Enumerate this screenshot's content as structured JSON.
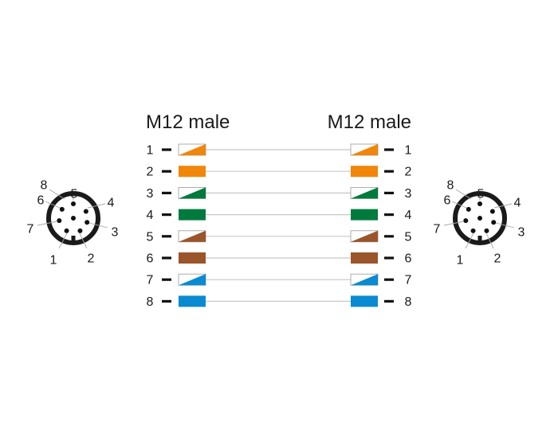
{
  "headers": {
    "left": "M12 male",
    "right": "M12 male"
  },
  "wires": [
    {
      "pin": "1",
      "color": "#f0860a",
      "striped": true
    },
    {
      "pin": "2",
      "color": "#f0860a",
      "striped": false
    },
    {
      "pin": "3",
      "color": "#007a3d",
      "striped": true
    },
    {
      "pin": "4",
      "color": "#007a3d",
      "striped": false
    },
    {
      "pin": "5",
      "color": "#9a552b",
      "striped": true
    },
    {
      "pin": "6",
      "color": "#9a552b",
      "striped": false
    },
    {
      "pin": "7",
      "color": "#0a8ad0",
      "striped": true
    },
    {
      "pin": "8",
      "color": "#0a8ad0",
      "striped": false
    }
  ],
  "connector_labels": [
    "1",
    "2",
    "3",
    "4",
    "5",
    "6",
    "7",
    "8"
  ],
  "colors": {
    "cable_line": "#c8c8c8",
    "connector_ring": "#1a1a1a",
    "text": "#1a1a1a"
  }
}
